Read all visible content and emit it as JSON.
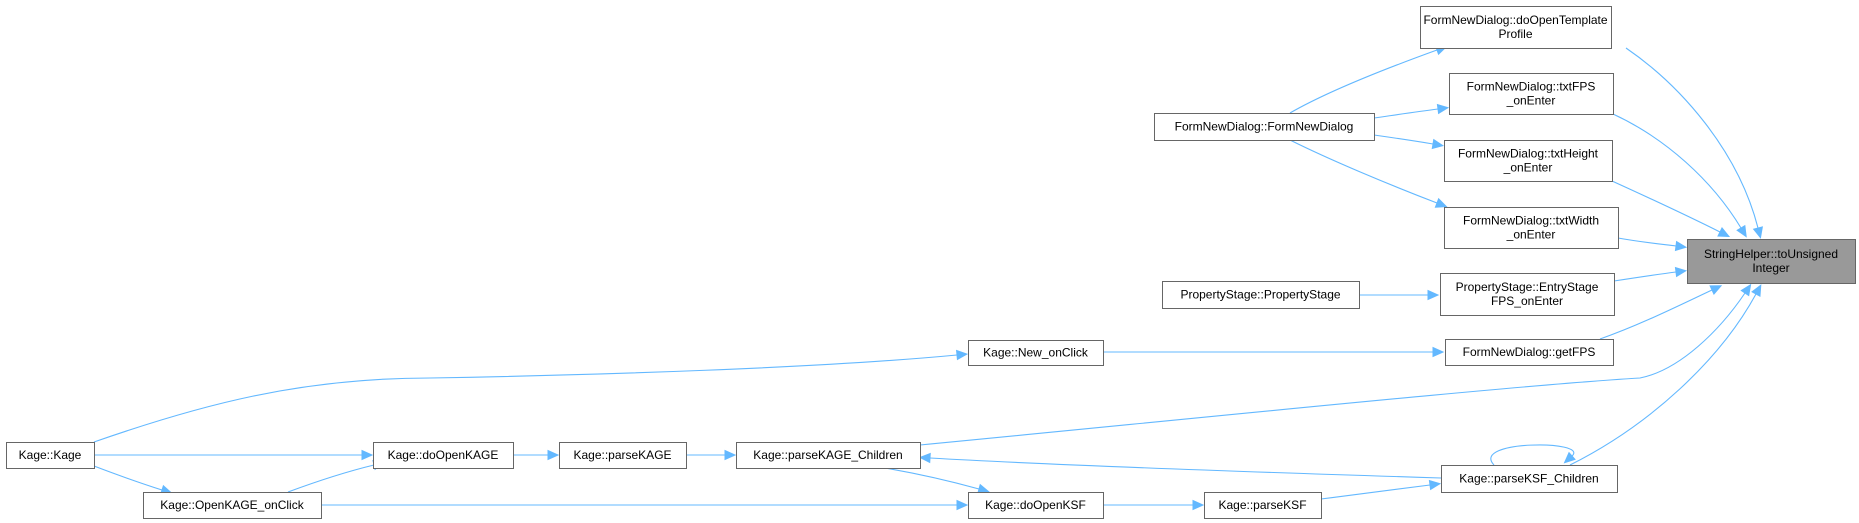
{
  "colors": {
    "edge": "#63b8ff",
    "focus_fill": "#999999",
    "node_border": "#666666"
  },
  "nodes": [
    {
      "id": "toUnsignedInteger",
      "lines": [
        "StringHelper::toUnsigned",
        "Integer"
      ],
      "focus": true
    },
    {
      "id": "doOpenTemplateProfile",
      "lines": [
        "FormNewDialog::doOpenTemplate",
        "Profile"
      ]
    },
    {
      "id": "txtFPS",
      "lines": [
        "FormNewDialog::txtFPS",
        "_onEnter"
      ]
    },
    {
      "id": "txtHeight",
      "lines": [
        "FormNewDialog::txtHeight",
        "_onEnter"
      ]
    },
    {
      "id": "txtWidth",
      "lines": [
        "FormNewDialog::txtWidth",
        "_onEnter"
      ]
    },
    {
      "id": "EntryStageFPS",
      "lines": [
        "PropertyStage::EntryStage",
        "FPS_onEnter"
      ]
    },
    {
      "id": "getFPS",
      "lines": [
        "FormNewDialog::getFPS"
      ]
    },
    {
      "id": "parseKSF_Children",
      "lines": [
        "Kage::parseKSF_Children"
      ]
    },
    {
      "id": "FormNewDialog",
      "lines": [
        "FormNewDialog::FormNewDialog"
      ]
    },
    {
      "id": "PropertyStage",
      "lines": [
        "PropertyStage::PropertyStage"
      ]
    },
    {
      "id": "New_onClick",
      "lines": [
        "Kage::New_onClick"
      ]
    },
    {
      "id": "parseKAGE_Children",
      "lines": [
        "Kage::parseKAGE_Children"
      ]
    },
    {
      "id": "parseKAGE",
      "lines": [
        "Kage::parseKAGE"
      ]
    },
    {
      "id": "doOpenKAGE",
      "lines": [
        "Kage::doOpenKAGE"
      ]
    },
    {
      "id": "Kage",
      "lines": [
        "Kage::Kage"
      ]
    },
    {
      "id": "OpenKAGE_onClick",
      "lines": [
        "Kage::OpenKAGE_onClick"
      ]
    },
    {
      "id": "doOpenKSF",
      "lines": [
        "Kage::doOpenKSF"
      ]
    },
    {
      "id": "parseKSF",
      "lines": [
        "Kage::parseKSF"
      ]
    }
  ],
  "edges": [
    {
      "from": "doOpenTemplateProfile",
      "to": "toUnsignedInteger"
    },
    {
      "from": "txtFPS",
      "to": "toUnsignedInteger"
    },
    {
      "from": "txtHeight",
      "to": "toUnsignedInteger"
    },
    {
      "from": "txtWidth",
      "to": "toUnsignedInteger"
    },
    {
      "from": "EntryStageFPS",
      "to": "toUnsignedInteger"
    },
    {
      "from": "getFPS",
      "to": "toUnsignedInteger"
    },
    {
      "from": "parseKAGE_Children",
      "to": "toUnsignedInteger"
    },
    {
      "from": "parseKSF_Children",
      "to": "toUnsignedInteger"
    },
    {
      "from": "FormNewDialog",
      "to": "doOpenTemplateProfile"
    },
    {
      "from": "FormNewDialog",
      "to": "txtFPS"
    },
    {
      "from": "FormNewDialog",
      "to": "txtHeight"
    },
    {
      "from": "FormNewDialog",
      "to": "txtWidth"
    },
    {
      "from": "PropertyStage",
      "to": "EntryStageFPS"
    },
    {
      "from": "New_onClick",
      "to": "getFPS"
    },
    {
      "from": "Kage",
      "to": "New_onClick"
    },
    {
      "from": "parseKAGE",
      "to": "parseKAGE_Children"
    },
    {
      "from": "doOpenKAGE",
      "to": "parseKAGE"
    },
    {
      "from": "Kage",
      "to": "doOpenKAGE"
    },
    {
      "from": "OpenKAGE_onClick",
      "to": "doOpenKAGE"
    },
    {
      "from": "Kage",
      "to": "OpenKAGE_onClick"
    },
    {
      "from": "parseKAGE_Children",
      "to": "doOpenKSF"
    },
    {
      "from": "parseKSF_Children",
      "to": "parseKAGE_Children"
    },
    {
      "from": "parseKSF_Children",
      "to": "parseKSF_Children"
    },
    {
      "from": "parseKSF",
      "to": "parseKSF_Children"
    },
    {
      "from": "doOpenKSF",
      "to": "parseKSF"
    },
    {
      "from": "OpenKAGE_onClick",
      "to": "doOpenKSF"
    }
  ]
}
